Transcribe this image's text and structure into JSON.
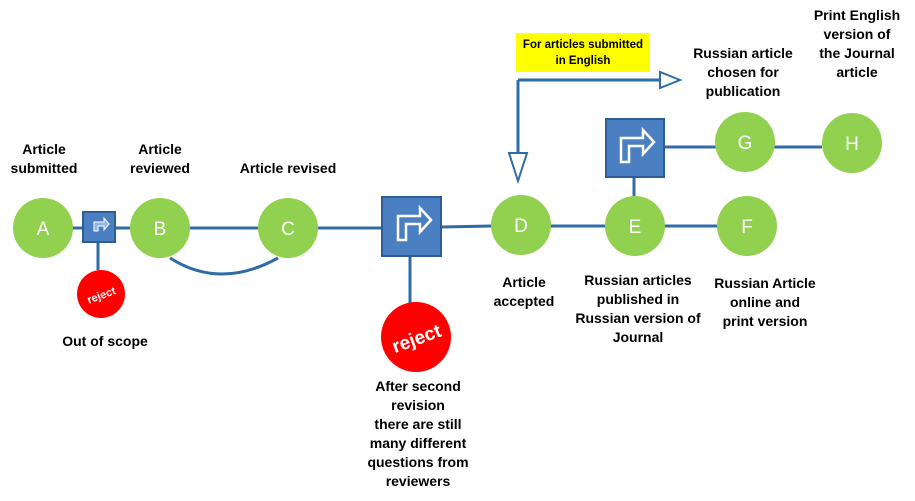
{
  "colors": {
    "node": "#92d050",
    "connector": "#2e6ca8",
    "decision": "#4a7fc1",
    "reject": "#ff0000",
    "note": "#ffff00"
  },
  "nodes": [
    {
      "id": "A",
      "label": "A"
    },
    {
      "id": "B",
      "label": "B"
    },
    {
      "id": "C",
      "label": "C"
    },
    {
      "id": "D",
      "label": "D"
    },
    {
      "id": "E",
      "label": "E"
    },
    {
      "id": "F",
      "label": "F"
    },
    {
      "id": "G",
      "label": "G"
    },
    {
      "id": "H",
      "label": "H"
    }
  ],
  "rejects": {
    "small": "reject",
    "large": "reject"
  },
  "labels": {
    "a": "Article\nsubmitted",
    "b": "Article\nreviewed",
    "c": "Article revised",
    "d": "Article\naccepted",
    "e": "Russian articles\npublished in\nRussian version of\nJournal",
    "f": "Russian Article\nonline and\nprint version",
    "g": "Russian article\nchosen for\npublication",
    "h": "Print English\nversion of\nthe Journal\narticle",
    "out_of_scope": "Out of scope",
    "second_revision": "After second\nrevision\nthere are still\nmany different\nquestions from\nreviewers"
  },
  "note": "For articles submitted\nin English",
  "icons": {
    "decision": "turn-arrow-icon"
  }
}
